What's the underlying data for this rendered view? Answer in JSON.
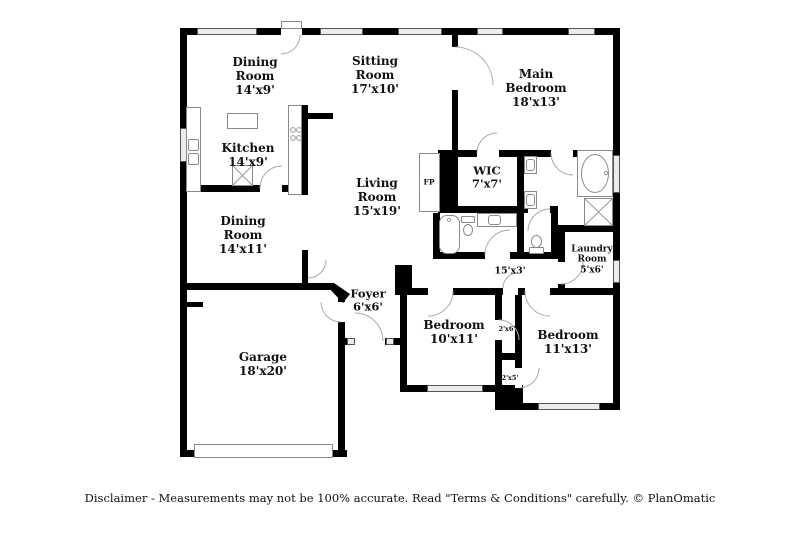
{
  "rooms": {
    "dining_top": {
      "label": "Dining\nRoom\n14'x9'"
    },
    "sitting": {
      "label": "Sitting\nRoom\n17'x10'"
    },
    "main_bedroom": {
      "label": "Main\nBedroom\n18'x13'"
    },
    "kitchen": {
      "label": "Kitchen\n14'x9'"
    },
    "living": {
      "label": "Living\nRoom\n15'x19'"
    },
    "wic": {
      "label": "WIC\n7'x7'"
    },
    "fireplace": {
      "label": "FP"
    },
    "dining_left": {
      "label": "Dining\nRoom\n14'x11'"
    },
    "hall": {
      "label": "15'x3'"
    },
    "laundry": {
      "label": "Laundry\nRoom\n5'x6'"
    },
    "foyer": {
      "label": "Foyer\n6'x6'"
    },
    "bedroom_a": {
      "label": "Bedroom\n10'x11'"
    },
    "closet_a": {
      "label": "2'x6'"
    },
    "closet_b": {
      "label": "2'x5'"
    },
    "bedroom_b": {
      "label": "Bedroom\n11'x13'"
    },
    "garage": {
      "label": "Garage\n18'x20'"
    }
  },
  "footer": {
    "disclaimer": "Disclaimer - Measurements may not be 100% accurate. Read \"Terms & Conditions\" carefully. © PlanOmatic"
  },
  "colors": {
    "wall": "#000000",
    "window_fill": "#ececec",
    "window_border": "#555555",
    "fixture_border": "#8a8a8a",
    "door_arc": "#aaaaaa",
    "text": "#111111"
  }
}
